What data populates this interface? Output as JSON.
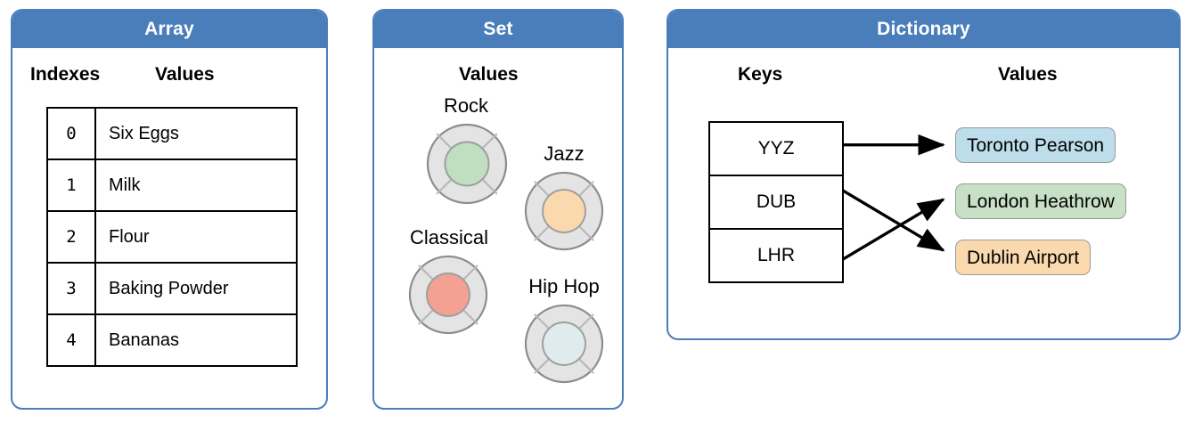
{
  "panels": {
    "array": {
      "title": "Array",
      "headers": {
        "indexes": "Indexes",
        "values": "Values"
      },
      "rows": [
        {
          "index": "0",
          "value": "Six Eggs"
        },
        {
          "index": "1",
          "value": "Milk"
        },
        {
          "index": "2",
          "value": "Flour"
        },
        {
          "index": "3",
          "value": "Baking Powder"
        },
        {
          "index": "4",
          "value": "Bananas"
        }
      ]
    },
    "set": {
      "title": "Set",
      "headers": {
        "values": "Values"
      },
      "items": [
        {
          "label": "Rock",
          "color": "#bfdfc0"
        },
        {
          "label": "Jazz",
          "color": "#fbd9ae"
        },
        {
          "label": "Classical",
          "color": "#f2a192"
        },
        {
          "label": "Hip Hop",
          "color": "#dfebec"
        }
      ]
    },
    "dictionary": {
      "title": "Dictionary",
      "headers": {
        "keys": "Keys",
        "values": "Values"
      },
      "keys": [
        "YYZ",
        "DUB",
        "LHR"
      ],
      "values": [
        {
          "label": "Toronto Pearson",
          "color": "#bcdde9"
        },
        {
          "label": "London Heathrow",
          "color": "#c8e0c5"
        },
        {
          "label": "Dublin Airport",
          "color": "#fbd9ae"
        }
      ],
      "mappings": [
        {
          "from": "YYZ",
          "to": "Toronto Pearson"
        },
        {
          "from": "DUB",
          "to": "Dublin Airport"
        },
        {
          "from": "LHR",
          "to": "London Heathrow"
        }
      ]
    }
  },
  "colors": {
    "header_blue": "#4a7ebb",
    "panel_border": "#4a7ebb",
    "disc_ring": "#e4e4e4",
    "disc_stroke": "#8c8c8c",
    "table_border": "#000000"
  }
}
